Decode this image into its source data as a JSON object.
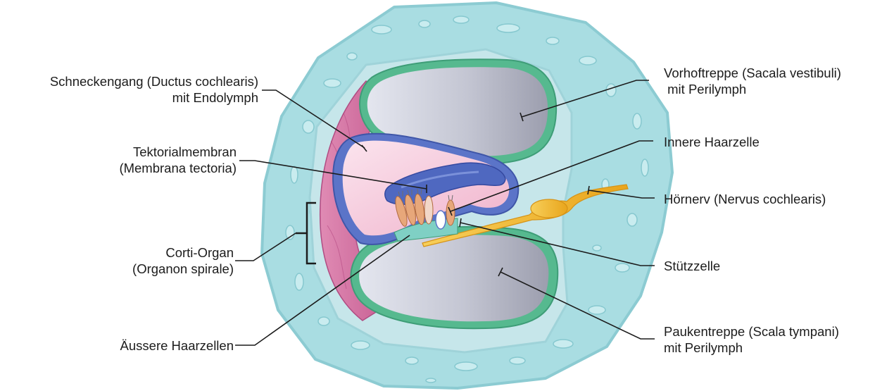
{
  "labels": {
    "ductus": {
      "line1": "Schneckengang (Ductus cochlearis)",
      "line2": "mit Endolymph"
    },
    "tectoria": {
      "line1": "Tektorialmembran",
      "line2": "(Membrana tectoria)"
    },
    "corti": {
      "line1": "Corti-Organ",
      "line2": "(Organon spirale)"
    },
    "outer_hair_cells": "Äussere Haarzellen",
    "vestibuli": {
      "line1": "Vorhoftreppe (Sacala vestibuli)",
      "line2": " mit Perilymph"
    },
    "inner_hair_cell": "Innere Haarzelle",
    "nerve": "Hörnerv (Nervus cochlearis)",
    "support_cell": "Stützzelle",
    "tympani": {
      "line1": "Paukentreppe (Scala tympani)",
      "line2": "mit Perilymph"
    }
  },
  "colors": {
    "bone": "#a9dde2",
    "bone_edge": "#8ccbd2",
    "cavity": "#c6e6ea",
    "membrane_green": "#56b98f",
    "scala_gray": "#b3b5c3",
    "duct_pink": "#f3bfd4",
    "wall_magenta": "#d16f9f",
    "membrane_blue": "#5b74c8",
    "nerve_yellow": "#f2b830",
    "leader_line": "#1c1c1c"
  }
}
